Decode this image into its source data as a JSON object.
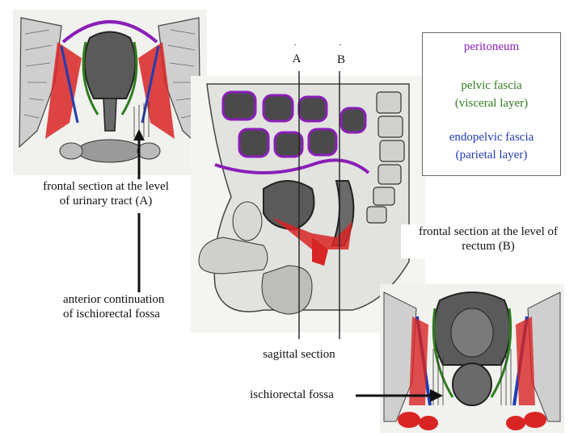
{
  "colors": {
    "peritoneum": "#8a1fb8",
    "visceral_layer": "#2e7d1e",
    "parietal_layer": "#1f3cb0",
    "muscle": "#d92424",
    "bone_hatching": "#555555",
    "background": "#ffffff"
  },
  "section_markers": {
    "a": "A",
    "b": "B"
  },
  "legend": {
    "peritoneum": "peritoneum",
    "pelvic_fascia_line1": "pelvic fascia",
    "pelvic_fascia_line2": "(visceral layer)",
    "endopelvic_fascia_line1": "endopelvic fascia",
    "endopelvic_fascia_line2": "(parietal layer)"
  },
  "labels": {
    "frontal_a_line1": "frontal section at the level",
    "frontal_a_line2": "of urinary tract (A)",
    "frontal_b_line1": "frontal section at the level of",
    "frontal_b_line2": "rectum (B)",
    "anterior_line1": "anterior continuation",
    "anterior_line2": "of ischiorectal fossa",
    "sagittal": "sagittal section",
    "ischiorectal": "ischiorectal fossa"
  }
}
